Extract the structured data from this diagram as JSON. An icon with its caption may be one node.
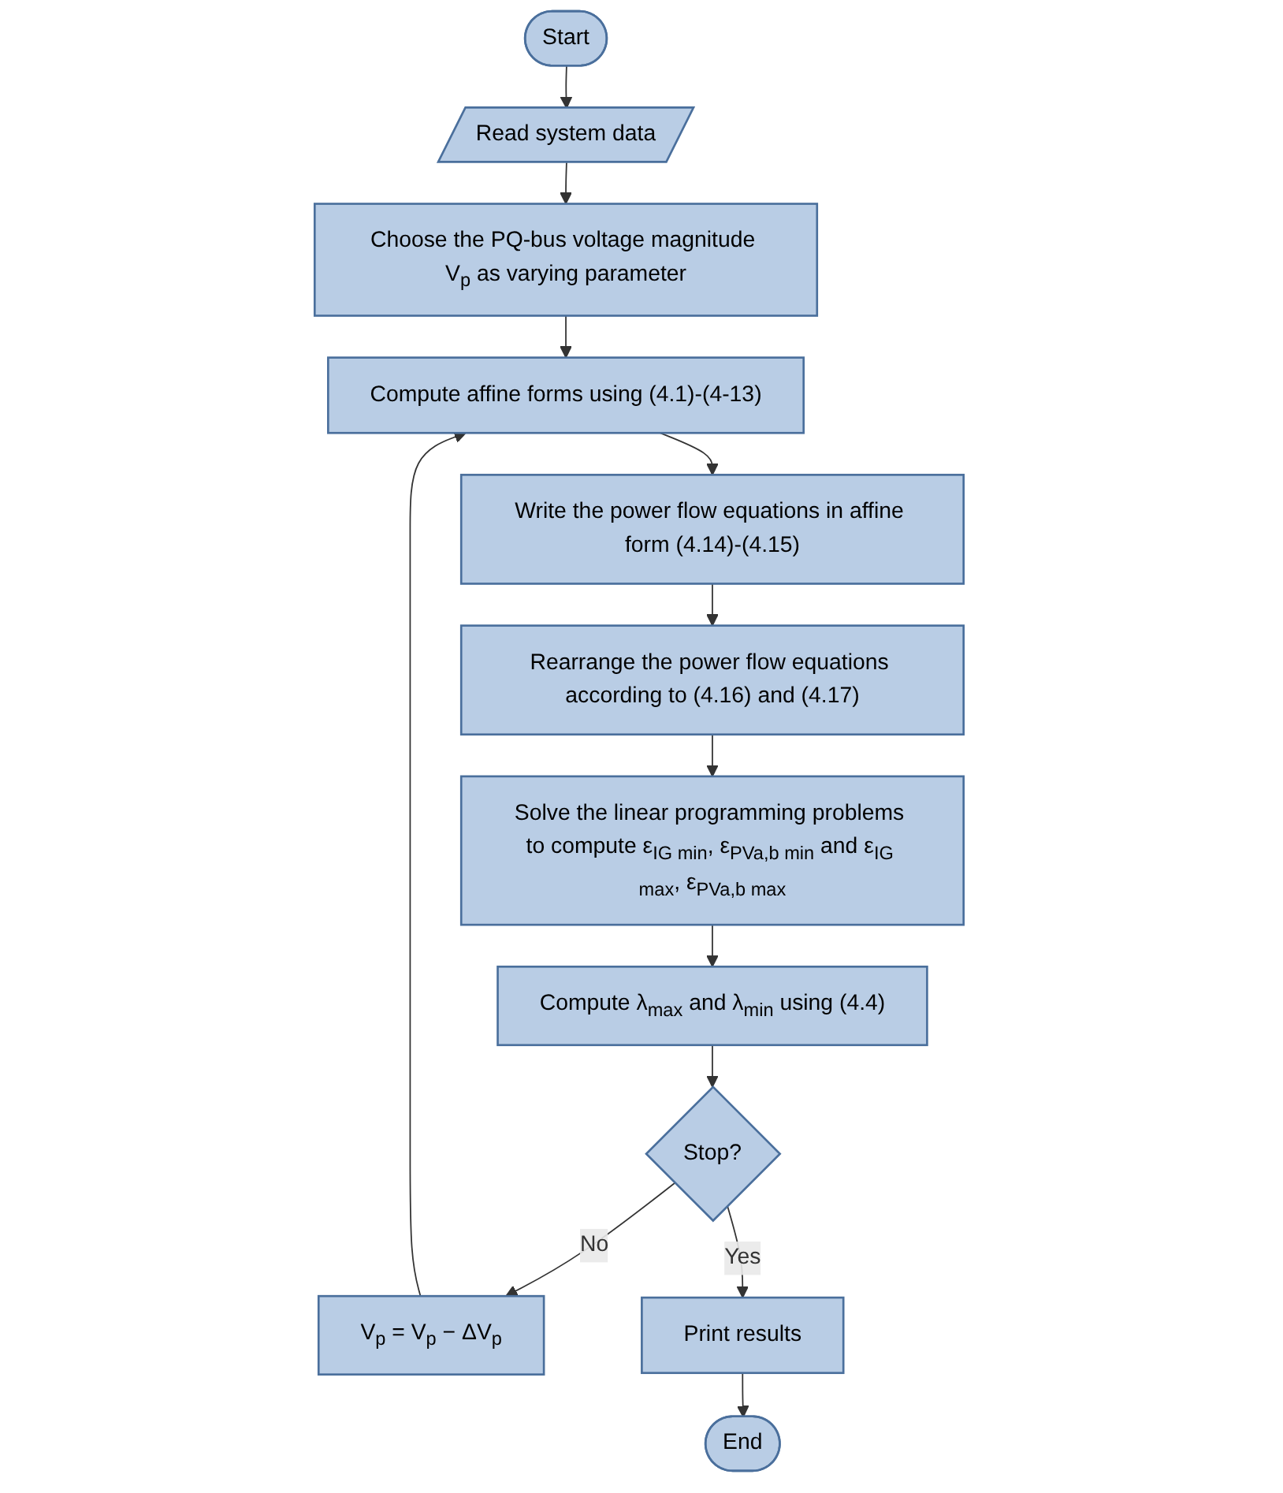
{
  "diagram": {
    "nodes": [
      {
        "text": [
          "Start"
        ]
      },
      {
        "text": [
          "Read system data"
        ]
      },
      {
        "text": [
          "Choose the PQ-bus voltage magnitude V$_{p}$ as varying parameter"
        ]
      },
      {
        "text": [
          "Compute affine forms using (4.1)-(4-13)"
        ]
      },
      {
        "text": [
          "Write the power flow equations in affine form (4.14)-(4.15)"
        ]
      },
      {
        "text": [
          "Rearrange the power flow equations according to (4.16) and (4.17)"
        ]
      },
      {
        "text": [
          "Solve the linear programming problems to compute ε$_{IG min}$, ε$_{PVa,b min}$ and ε$_{IG max}$, ε$_{PVa,b max}$"
        ]
      },
      {
        "text": [
          "Compute λ$_{max}$ and λ$_{min}$ using (4.4)"
        ]
      },
      {
        "text": [
          "Stop?"
        ]
      },
      {
        "text": [
          "V$_{p}$ = V$_{p}$ − ΔV$_{p}$"
        ]
      },
      {
        "text": [
          "Print results"
        ]
      },
      {
        "text": [
          "End"
        ]
      }
    ],
    "edges": [
      {
        "from": 0,
        "to": 1,
        "arrow": "to"
      },
      {
        "from": 1,
        "to": 2,
        "arrow": "to"
      },
      {
        "from": 2,
        "to": 3,
        "arrow": "to"
      },
      {
        "from": 3,
        "to": 4,
        "arrow": "to"
      },
      {
        "from": 4,
        "to": 5,
        "arrow": "to"
      },
      {
        "from": 5,
        "to": 6,
        "arrow": "to"
      },
      {
        "from": 6,
        "to": 7,
        "arrow": "to"
      },
      {
        "from": 7,
        "to": 8,
        "arrow": "to"
      },
      {
        "from": 8,
        "to": 9,
        "label": "No",
        "arrow": "to"
      },
      {
        "from": 9,
        "to": 3,
        "arrow": "to"
      },
      {
        "from": 8,
        "to": 10,
        "label": "Yes",
        "arrow": "to"
      },
      {
        "from": 10,
        "to": 11,
        "arrow": "to"
      }
    ]
  }
}
